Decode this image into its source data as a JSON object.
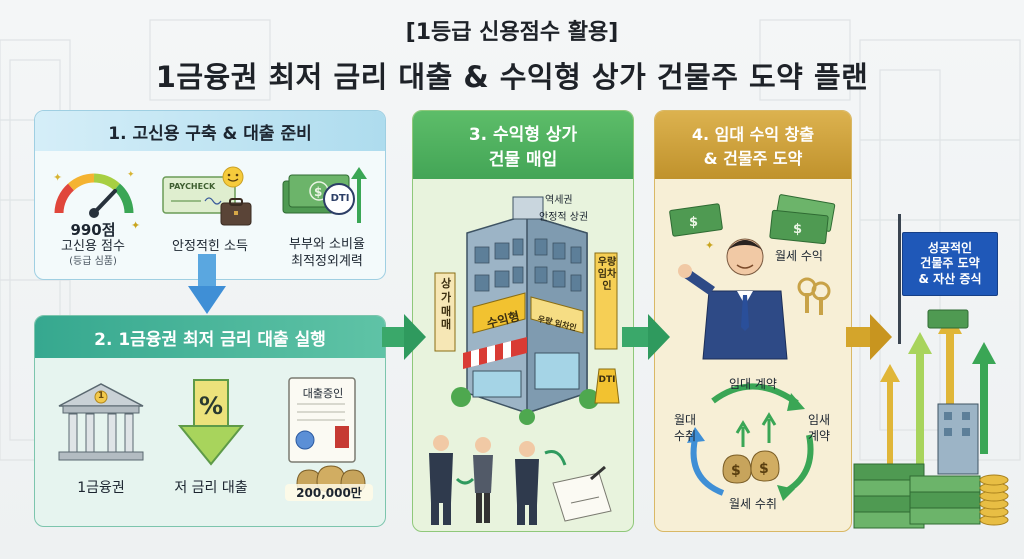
{
  "title": {
    "line1": "[1등급 신용점수 활용]",
    "line2": "1금융권 최저 금리 대출 & 수익형 상가 건물주 도약 플랜"
  },
  "step1": {
    "header": "1. 고신용 구축 & 대출 준비",
    "score": "990점",
    "score_label": "고신용 점수",
    "score_note": "(등급 심품)",
    "paycheck": "PAYCHECK",
    "income_label": "안정적힌 소득",
    "dti": "DTI",
    "couple_label_1": "부부와 소비율",
    "couple_label_2": "최적정외계력"
  },
  "step2": {
    "header": "2. 1금융권 최저 금리 대출 실행",
    "bank_number": "1",
    "bank_label": "1금융권",
    "percent": "%",
    "rate_label": "저 금리 대출",
    "doc_title": "대출증인",
    "amount": "200,000만"
  },
  "step3": {
    "header_1": "3. 수익형 상가",
    "header_2": "건물 매입",
    "callout_1": "역세권",
    "callout_2": "안정적 상권",
    "sign_left": "상가매매",
    "sign_center": "수익형",
    "sign_right": "우량임차인",
    "sign_small": "우량 임차인",
    "sign_stand": "DTI"
  },
  "step4": {
    "header_1": "4. 임대 수익 창출",
    "header_2": "& 건물주 도약",
    "rent_income": "월세 수익",
    "cycle_top": "임대 계약",
    "cycle_left_1": "월대",
    "cycle_left_2": "수취",
    "cycle_right_1": "임새",
    "cycle_right_2": "계약",
    "cycle_bottom": "월세 수취"
  },
  "final": {
    "flag_1": "성공적인",
    "flag_2": "건물주 도약",
    "flag_3": "& 자산 증식"
  },
  "colors": {
    "step1_header": "#bfe3f2",
    "step1_body": "#f3fafb",
    "step2_header": "#3fb59c",
    "step2_body": "#e6f4ef",
    "step3_header": "#58b866",
    "step3_body": "#e8f3dd",
    "step4_header": "#d0a43c",
    "step4_body": "#f7efd6",
    "flag": "#1f58b8",
    "arrow_green": "#3aa86a",
    "arrow_gold": "#d4a52b",
    "money": "#4f9a52"
  }
}
